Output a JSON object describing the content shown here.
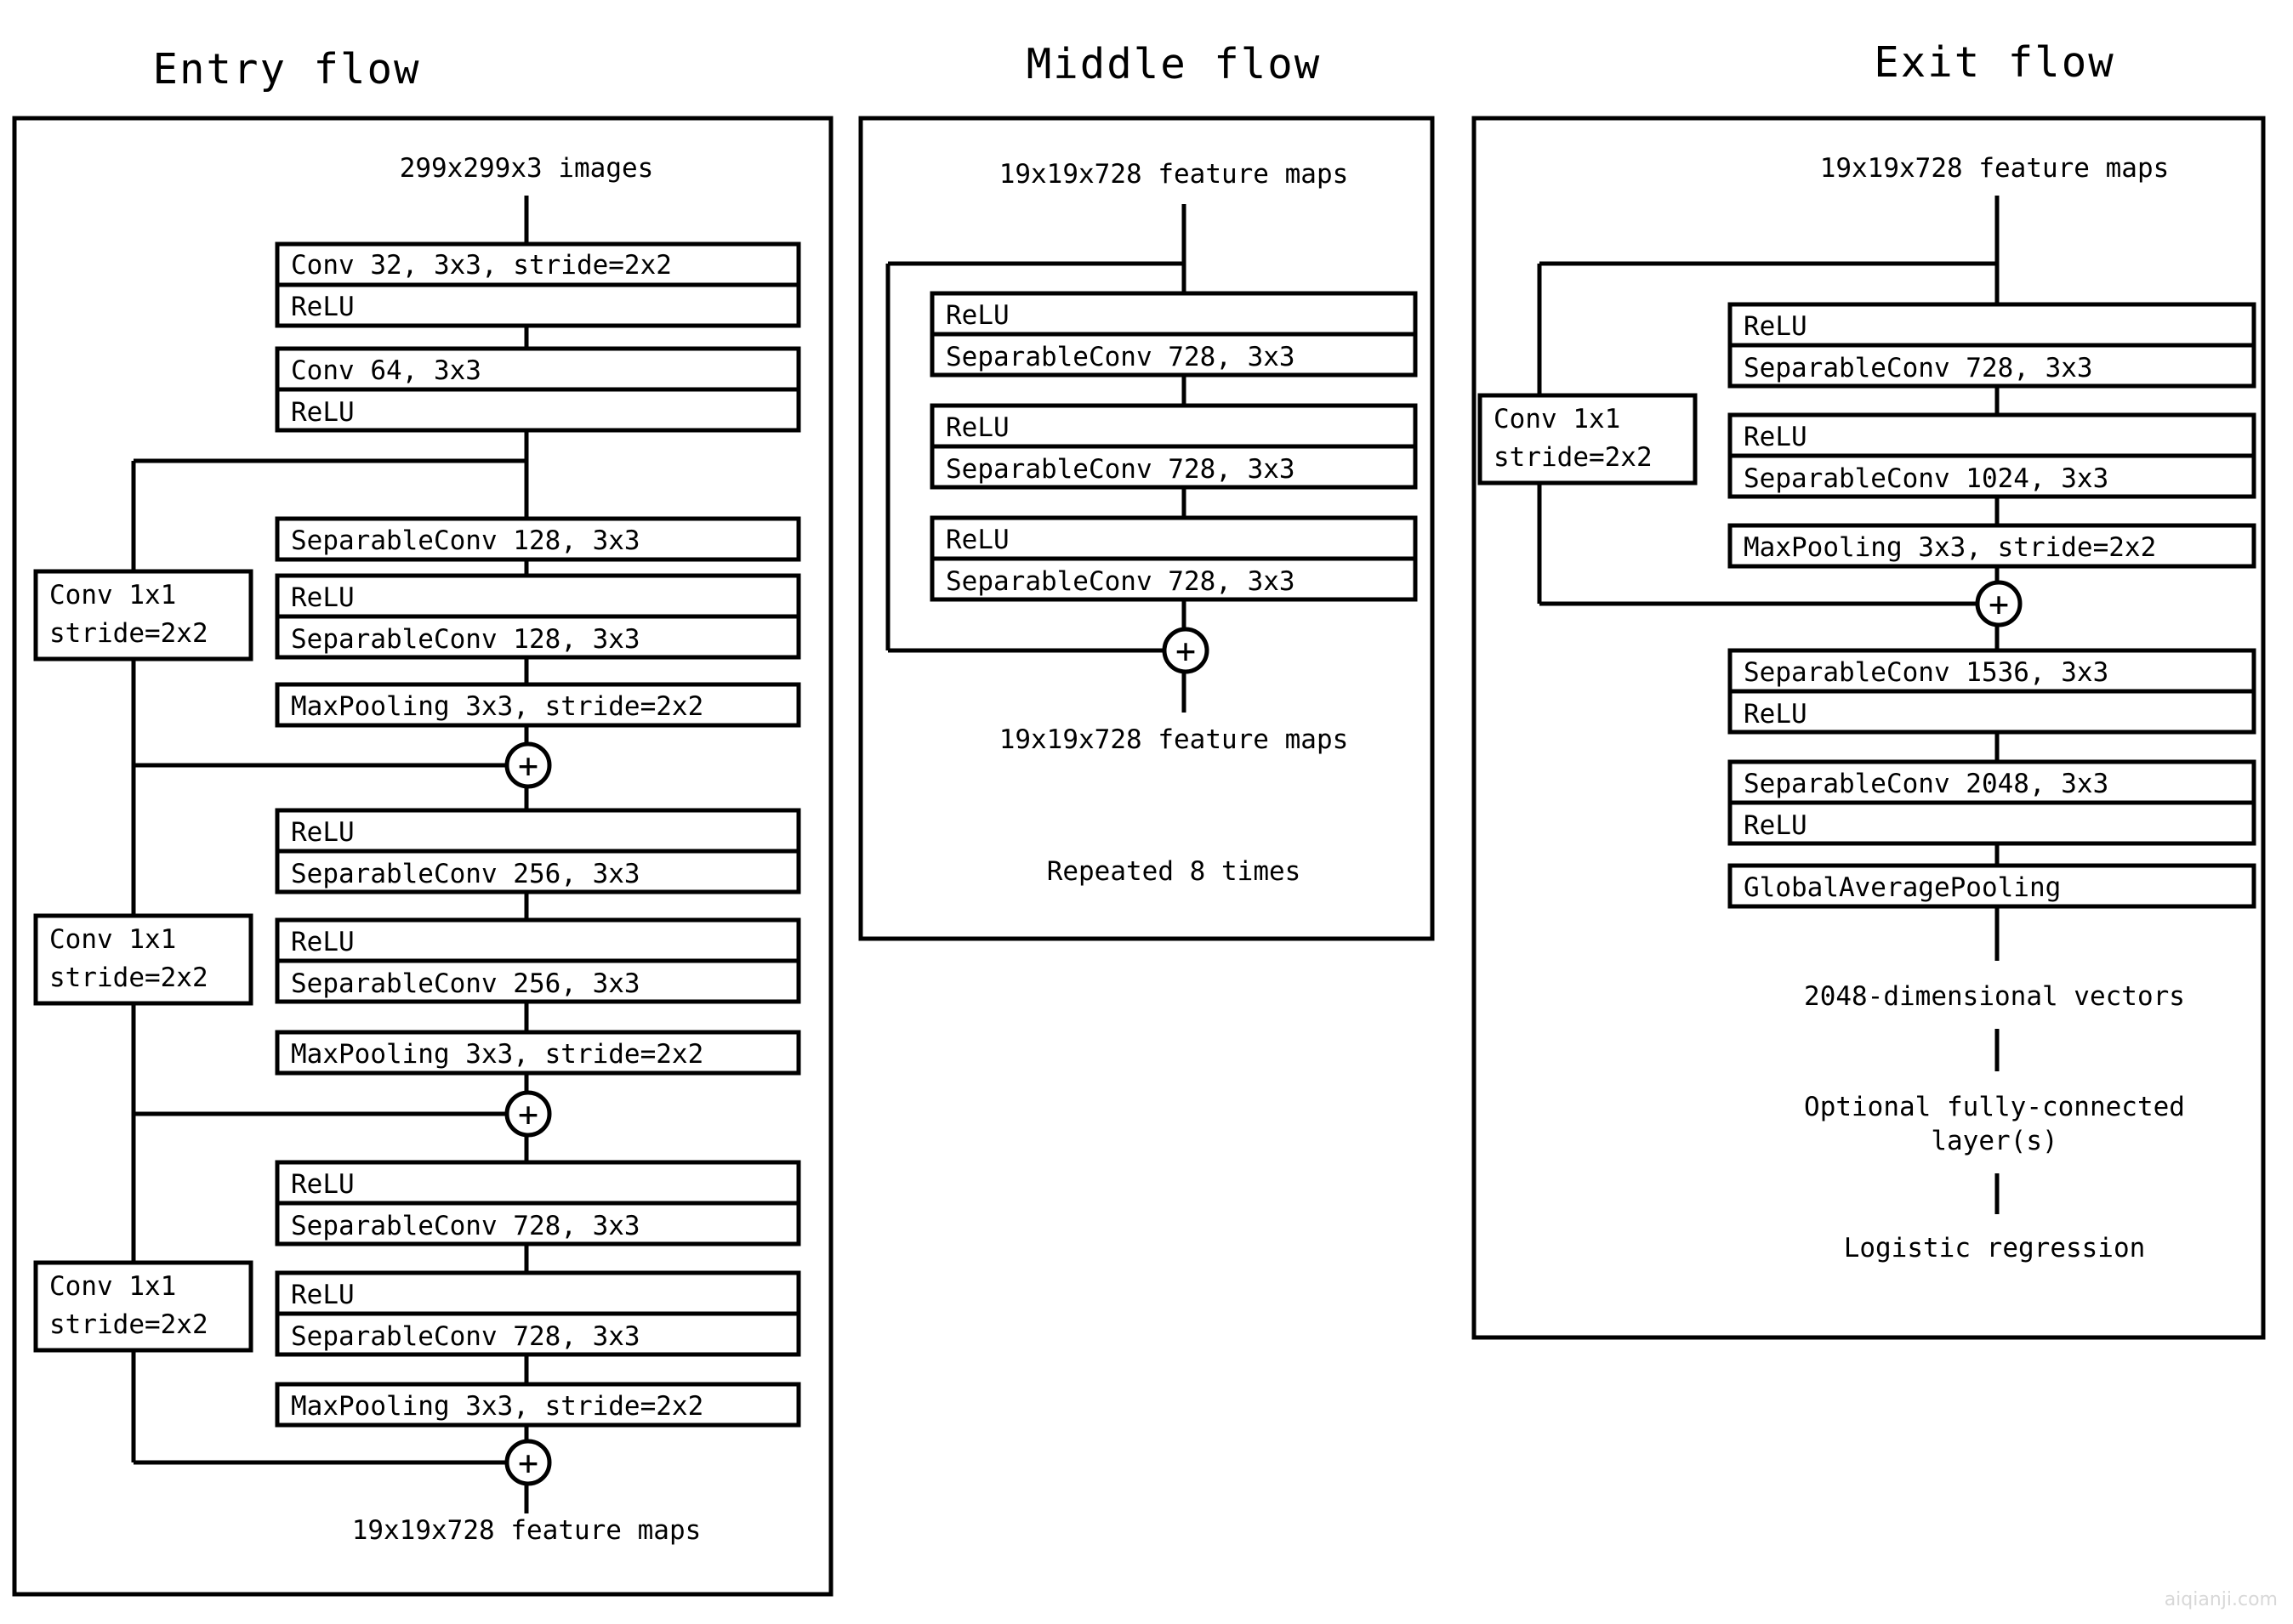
{
  "figure": {
    "title_entry": "Entry flow",
    "title_middle": "Middle flow",
    "title_exit": "Exit flow",
    "watermark": "aiqianji.com",
    "plus_symbol": "+",
    "accent_color": "#000000",
    "background_color": "#ffffff"
  },
  "entry_flow": {
    "title": "Entry flow",
    "input_label": "299x299x3 images",
    "output_label": "19x19x728 feature maps",
    "blocks": [
      {
        "rows": [
          "Conv 32, 3x3, stride=2x2",
          "ReLU"
        ]
      },
      {
        "rows": [
          "Conv 64, 3x3",
          "ReLU"
        ]
      },
      {
        "rows": [
          "SeparableConv 128, 3x3"
        ]
      },
      {
        "rows": [
          "ReLU",
          "SeparableConv 128, 3x3"
        ]
      },
      {
        "rows": [
          "MaxPooling 3x3, stride=2x2"
        ]
      },
      {
        "rows": [
          "ReLU",
          "SeparableConv 256, 3x3"
        ]
      },
      {
        "rows": [
          "ReLU",
          "SeparableConv 256, 3x3"
        ]
      },
      {
        "rows": [
          "MaxPooling 3x3, stride=2x2"
        ]
      },
      {
        "rows": [
          "ReLU",
          "SeparableConv 728, 3x3"
        ]
      },
      {
        "rows": [
          "ReLU",
          "SeparableConv 728, 3x3"
        ]
      },
      {
        "rows": [
          "MaxPooling 3x3, stride=2x2"
        ]
      }
    ],
    "shortcuts": [
      {
        "line1": "Conv 1x1",
        "line2": "stride=2x2"
      },
      {
        "line1": "Conv 1x1",
        "line2": "stride=2x2"
      },
      {
        "line1": "Conv 1x1",
        "line2": "stride=2x2"
      }
    ],
    "merge_count": 3
  },
  "middle_flow": {
    "title": "Middle flow",
    "input_label": "19x19x728 feature maps",
    "output_label": "19x19x728 feature maps",
    "repeat_label": "Repeated 8 times",
    "blocks": [
      {
        "rows": [
          "ReLU",
          "SeparableConv 728, 3x3"
        ]
      },
      {
        "rows": [
          "ReLU",
          "SeparableConv 728, 3x3"
        ]
      },
      {
        "rows": [
          "ReLU",
          "SeparableConv 728, 3x3"
        ]
      }
    ],
    "merge_count": 1
  },
  "exit_flow": {
    "title": "Exit flow",
    "input_label": "19x19x728 feature maps",
    "vector_label": "2048-dimensional vectors",
    "fc_label_line1": "Optional fully-connected",
    "fc_label_line2": "layer(s)",
    "logistic_label": "Logistic regression",
    "blocks": [
      {
        "rows": [
          "ReLU",
          "SeparableConv 728, 3x3"
        ]
      },
      {
        "rows": [
          "ReLU",
          "SeparableConv 1024, 3x3"
        ]
      },
      {
        "rows": [
          "MaxPooling 3x3, stride=2x2"
        ]
      },
      {
        "rows": [
          "SeparableConv 1536, 3x3",
          "ReLU"
        ]
      },
      {
        "rows": [
          "SeparableConv 2048, 3x3",
          "ReLU"
        ]
      },
      {
        "rows": [
          "GlobalAveragePooling"
        ]
      }
    ],
    "shortcuts": [
      {
        "line1": "Conv 1x1",
        "line2": "stride=2x2"
      }
    ],
    "merge_count": 1
  }
}
